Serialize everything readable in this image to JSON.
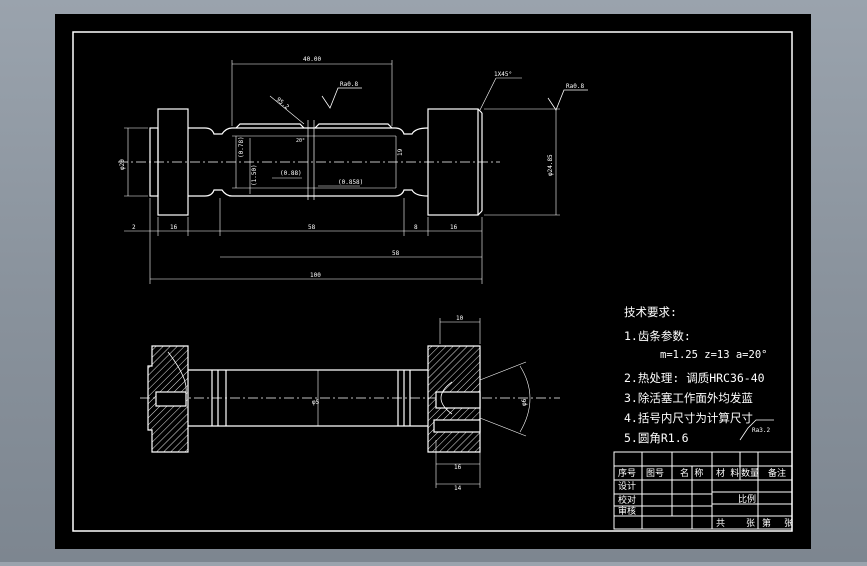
{
  "colors": {
    "background": "#9aa3ad",
    "sheet": "#000000",
    "line": "#ffffff"
  },
  "top_view": {
    "dim_overall_top": "40.00",
    "dim_chamfer": "1X45°",
    "roughness_left": "Ra0.8",
    "roughness_right": "Ra0.8",
    "angle_label": "95.2",
    "dim_mid1": "(0.78)",
    "dim_mid2": "(1.50)",
    "dim_mid3": "(0.88)",
    "dim_mid4": "(0.858)",
    "dim_height_mid": "19",
    "dim_left_dia": "φ20",
    "dim_right_dia": "φ24.85",
    "dim_bottom_a": "2",
    "dim_bottom_b": "16",
    "dim_bottom_c": "58",
    "dim_bottom_d": "8",
    "dim_bottom_e": "16",
    "dim_bottom_f": "58",
    "dim_bottom_total": "100",
    "small_angle": "20°"
  },
  "bottom_view": {
    "dim_top_width": "10",
    "dim_mid_dia": "φ5",
    "dim_right_small": "φ6",
    "roughness": "Ra3.2",
    "dim_bot_a": "16",
    "dim_bot_b": "14"
  },
  "tech_requirements": {
    "title": "技术要求:",
    "line1": "1.齿条参数:",
    "line1b": "m=1.25 z=13 a=20°",
    "line2": "2.热处理: 调质HRC36-40",
    "line3": "3.除活塞工作面外均发蓝",
    "line4": "4.括号内尺寸为计算尺寸",
    "line5": "5.圆角R1.6"
  },
  "title_block": {
    "col_seq": "序号",
    "col_drawing": "图号",
    "col_name": "名 称",
    "col_material": "材 料",
    "col_qty": "数量",
    "col_remark": "备注",
    "row_design": "设计",
    "row_check": "校对",
    "row_approve": "审核",
    "scale": "比例",
    "total": "共",
    "sheet": "张",
    "page": "第",
    "page_unit": "张"
  }
}
